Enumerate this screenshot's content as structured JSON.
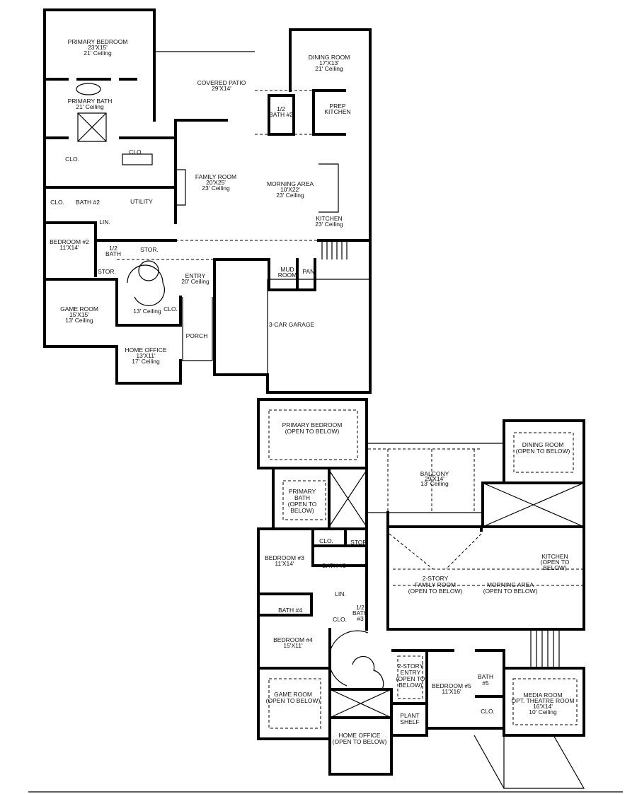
{
  "first_floor": {
    "rooms": [
      {
        "name": "PRIMARY BEDROOM",
        "size": "23'X15'",
        "ceiling": "21' Ceiling"
      },
      {
        "name": "PRIMARY BATH",
        "ceiling": "21' Ceiling"
      },
      {
        "name": "COVERED PATIO",
        "size": "29'X14'"
      },
      {
        "name": "DINING ROOM",
        "size": "17'X13'",
        "ceiling": "21' Ceiling"
      },
      {
        "name": "1/2",
        "name2": "BATH #2"
      },
      {
        "name": "PREP",
        "name2": "KITCHEN"
      },
      {
        "name": "CLO."
      },
      {
        "name": "CLO."
      },
      {
        "name": "FAMILY ROOM",
        "size": "20'X25'",
        "ceiling": "23' Ceiling"
      },
      {
        "name": "MORNING AREA",
        "size": "10'X22'",
        "ceiling": "23' Ceiling"
      },
      {
        "name": "CLO."
      },
      {
        "name": "BATH #2"
      },
      {
        "name": "UTILITY"
      },
      {
        "name": "LIN."
      },
      {
        "name": "KITCHEN",
        "ceiling": "23' Ceiling"
      },
      {
        "name": "BEDROOM #2",
        "size": "11'X14'"
      },
      {
        "name": "1/2",
        "name2": "BATH"
      },
      {
        "name": "STOR."
      },
      {
        "name": "STOR."
      },
      {
        "name": "ENTRY",
        "ceiling": "20' Ceiling"
      },
      {
        "name": "MUD",
        "name2": "ROOM"
      },
      {
        "name": "PAN."
      },
      {
        "name": "GAME ROOM",
        "size": "15'X15'",
        "ceiling": "13' Ceiling"
      },
      {
        "name": "13' Ceiling"
      },
      {
        "name": "CLO."
      },
      {
        "name": "3-CAR GARAGE"
      },
      {
        "name": "PORCH"
      },
      {
        "name": "HOME OFFICE",
        "size": "13'X11'",
        "ceiling": "17' Ceiling"
      }
    ]
  },
  "second_floor": {
    "rooms": [
      {
        "name": "PRIMARY BEDROOM",
        "name2": "(OPEN TO BELOW)"
      },
      {
        "name": "PRIMARY",
        "name2": "BATH",
        "name3": "(OPEN TO",
        "name4": "BELOW)"
      },
      {
        "name": "BALCONY",
        "size": "29'X14'",
        "ceiling": "13' Ceiling"
      },
      {
        "name": "DINING ROOM",
        "name2": "(OPEN TO BELOW)"
      },
      {
        "name": "CLO."
      },
      {
        "name": "STOR."
      },
      {
        "name": "BEDROOM #3",
        "size": "11'X14'"
      },
      {
        "name": "BATH #3"
      },
      {
        "name": "KITCHEN",
        "name2": "(OPEN TO",
        "name3": "BELOW)"
      },
      {
        "name": "2-STORY",
        "name2": "FAMILY ROOM",
        "name3": "(OPEN TO BELOW)"
      },
      {
        "name": "MORNING AREA",
        "name2": "(OPEN TO BELOW)"
      },
      {
        "name": "LIN."
      },
      {
        "name": "BATH #4"
      },
      {
        "name": "CLO."
      },
      {
        "name": "1/2",
        "name2": "BATH",
        "name3": "#3"
      },
      {
        "name": "BEDROOM #4",
        "size": "15'X11'"
      },
      {
        "name": "2-STORY",
        "name2": "ENTRY",
        "name3": "(OPEN TO",
        "name4": "BELOW)"
      },
      {
        "name": "BATH",
        "name2": "#5"
      },
      {
        "name": "BEDROOM #5",
        "size": "11'X16'"
      },
      {
        "name": "GAME ROOM",
        "name2": "(OPEN TO BELOW)"
      },
      {
        "name": "MEDIA ROOM",
        "name2": "OPT. THEATRE ROOM",
        "size": "16'X14'",
        "ceiling": "10' Ceiling"
      },
      {
        "name": "PLANT",
        "name2": "SHELF"
      },
      {
        "name": "CLO."
      },
      {
        "name": "HOME OFFICE",
        "name2": "(OPEN TO BELOW)"
      }
    ]
  }
}
